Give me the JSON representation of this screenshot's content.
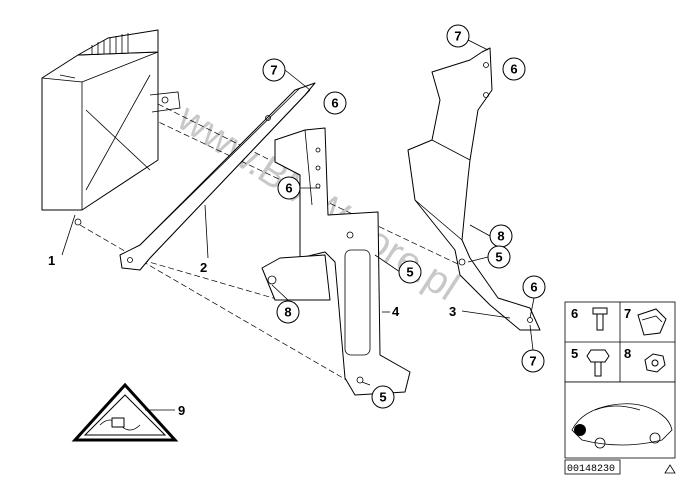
{
  "parts": {
    "p1": "1",
    "p2": "2",
    "p3": "3",
    "p4": "4",
    "p9": "9"
  },
  "callouts": {
    "c7a": "7",
    "c6a": "6",
    "c6b": "6",
    "c8a": "8",
    "c5a": "5",
    "c5b": "5",
    "c7b": "7",
    "c6c": "6",
    "c8b": "8",
    "c5c": "5",
    "c6d": "6",
    "c7c": "7"
  },
  "legend": {
    "n6": "6",
    "n7": "7",
    "n5": "5",
    "n8": "8"
  },
  "watermark": "www.BMWstore.pl",
  "diagram_code": "00148230"
}
